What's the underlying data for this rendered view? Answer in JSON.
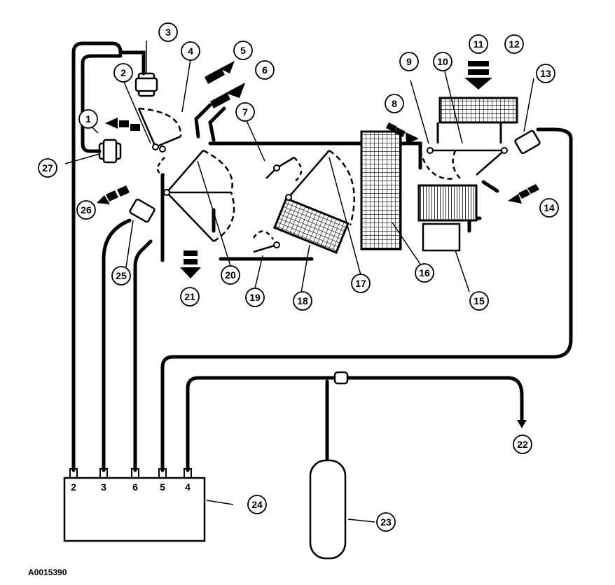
{
  "figure_id": "A0015390",
  "callouts": [
    "1",
    "2",
    "3",
    "4",
    "5",
    "6",
    "7",
    "8",
    "9",
    "10",
    "11",
    "12",
    "13",
    "14",
    "15",
    "16",
    "17",
    "18",
    "19",
    "20",
    "21",
    "22",
    "23",
    "24",
    "25",
    "26",
    "27"
  ],
  "ports": [
    "2",
    "3",
    "6",
    "5",
    "4"
  ],
  "colors": {
    "ink": "#000000",
    "paper": "#ffffff"
  }
}
